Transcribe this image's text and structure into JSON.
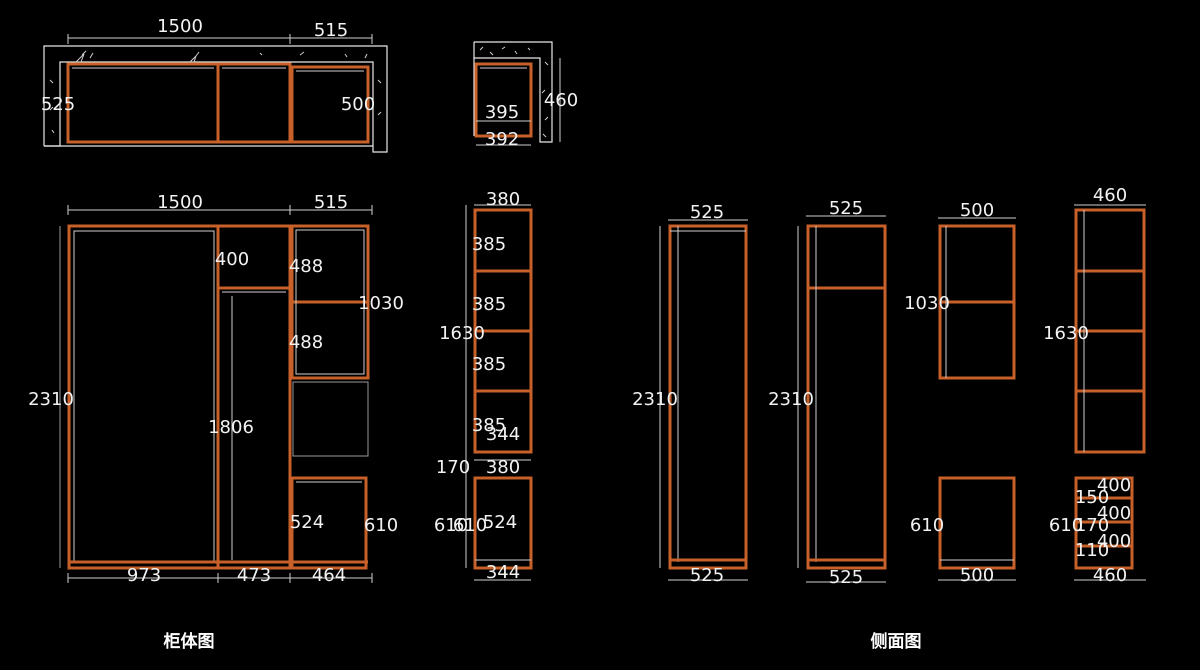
{
  "captions": {
    "cabinet": "柜体图",
    "side": "侧面图"
  },
  "plan": {
    "main_width": "1500",
    "right_width": "515",
    "depth_left": "525",
    "depth_right": "500"
  },
  "plan_small": {
    "inner_width": "395",
    "outer_width": "392",
    "depth": "460"
  },
  "front": {
    "main_width": "1500",
    "right_width": "515",
    "height_total": "2310",
    "top_section": "400",
    "hang_height": "1806",
    "shelf_1": "488",
    "shelf_2": "488",
    "upper_unit_height": "1030",
    "drawer_inner": "524",
    "drawer_height": "610",
    "bottom_1": "973",
    "bottom_2": "473",
    "bottom_3": "464"
  },
  "narrow": {
    "top_width": "380",
    "shelf_1": "385",
    "shelf_2": "385",
    "shelf_3": "385",
    "shelf_4": "385",
    "upper_height": "1630",
    "upper_inner_width": "344",
    "gap": "170",
    "lower_width": "380",
    "lower_height": "610",
    "lower_height_b": "610",
    "lower_inner": "524",
    "lower_bottom": "344"
  },
  "side": {
    "a_top": "525",
    "a_height": "2310",
    "a_bottom": "525",
    "b_top": "525",
    "b_height": "2310",
    "b_bottom": "525",
    "c_top": "500",
    "c_height": "1030",
    "c_lower_height": "610",
    "c_bottom": "500",
    "d_top": "460",
    "d_height": "1630",
    "d_lower_height": "610",
    "d_bottom": "460",
    "d_r1": "400",
    "d_r2": "400",
    "d_r3": "400",
    "d_l1": "150",
    "d_l2": "170",
    "d_l3": "110"
  }
}
